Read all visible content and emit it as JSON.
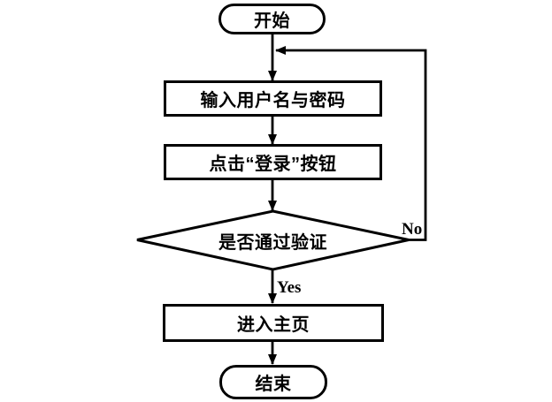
{
  "flowchart": {
    "nodes": {
      "start": {
        "label": "开始"
      },
      "input": {
        "label": "输入用户名与密码"
      },
      "login": {
        "label": "点击“登录”按钮"
      },
      "decision": {
        "label": "是否通过验证"
      },
      "home": {
        "label": "进入主页"
      },
      "end": {
        "label": "结束"
      }
    },
    "edge_labels": {
      "yes": "Yes",
      "no": "No"
    },
    "colors": {
      "stroke": "#000000",
      "node_fill": "#ffffff",
      "background": "#ffffff",
      "text": "#000000"
    }
  }
}
